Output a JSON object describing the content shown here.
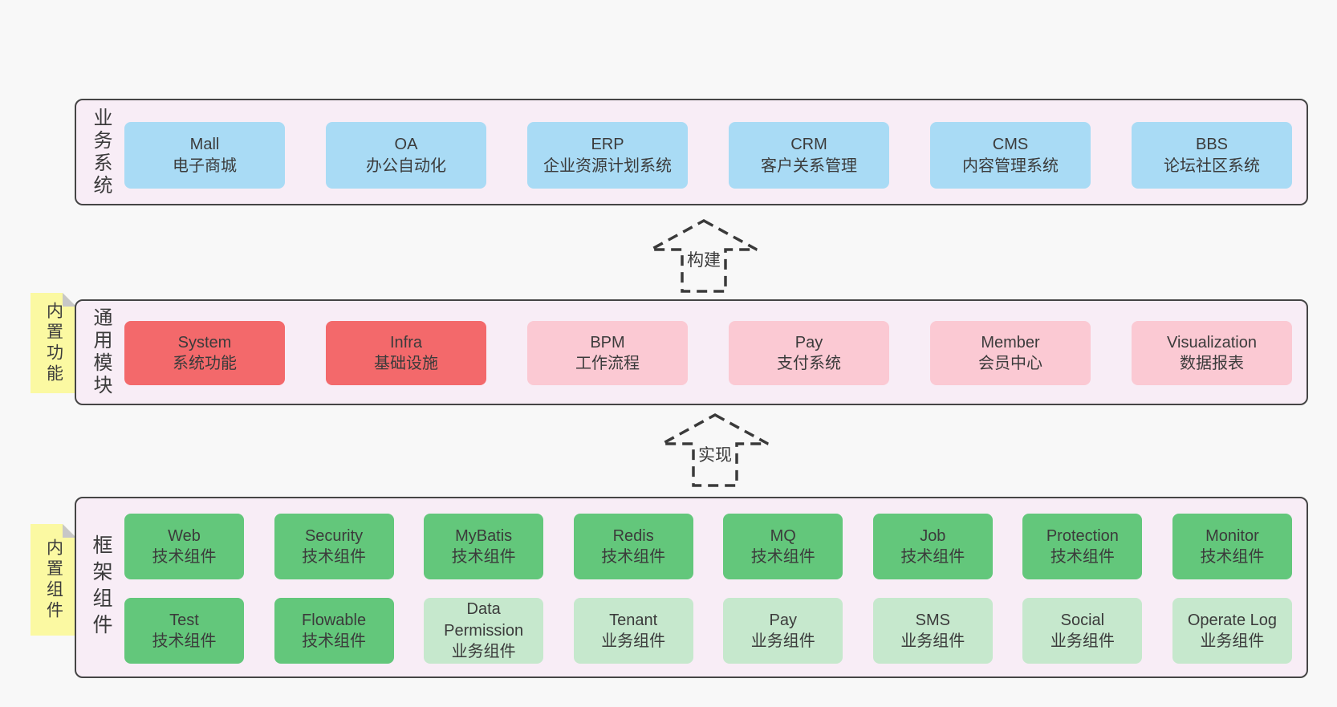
{
  "page": {
    "background": "#f8f8f8",
    "panel_background": "#f8edf6",
    "panel_border": "#454545",
    "text_color": "#3b3b3b"
  },
  "arrows": {
    "build_label": "构建",
    "implement_label": "实现"
  },
  "business_panel": {
    "side_label": "业务系统",
    "item_color": "#a9dbf5",
    "items": [
      {
        "title": "Mall",
        "subtitle": "电子商城"
      },
      {
        "title": "OA",
        "subtitle": "办公自动化"
      },
      {
        "title": "ERP",
        "subtitle": "企业资源计划系统"
      },
      {
        "title": "CRM",
        "subtitle": "客户关系管理"
      },
      {
        "title": "CMS",
        "subtitle": "内容管理系统"
      },
      {
        "title": "BBS",
        "subtitle": "论坛社区系统"
      }
    ]
  },
  "module_panel": {
    "side_label": "通用模块",
    "sticky_label": "内置功能",
    "sticky_color": "#fbf9a2",
    "colors": {
      "red": "#f3696b",
      "pink": "#fbc9d3"
    },
    "items": [
      {
        "title": "System",
        "subtitle": "系统功能",
        "variant": "red"
      },
      {
        "title": "Infra",
        "subtitle": "基础设施",
        "variant": "red"
      },
      {
        "title": "BPM",
        "subtitle": "工作流程",
        "variant": "pink"
      },
      {
        "title": "Pay",
        "subtitle": "支付系统",
        "variant": "pink"
      },
      {
        "title": "Member",
        "subtitle": "会员中心",
        "variant": "pink"
      },
      {
        "title": "Visualization",
        "subtitle": "数据报表",
        "variant": "pink"
      }
    ]
  },
  "component_panel": {
    "side_label": "框架组件",
    "sticky_label": "内置组件",
    "sticky_color": "#fbf9a2",
    "colors": {
      "green": "#63c77b",
      "green_light": "#c6e8cd"
    },
    "row1": [
      {
        "title": "Web",
        "subtitle": "技术组件",
        "variant": "green"
      },
      {
        "title": "Security",
        "subtitle": "技术组件",
        "variant": "green"
      },
      {
        "title": "MyBatis",
        "subtitle": "技术组件",
        "variant": "green"
      },
      {
        "title": "Redis",
        "subtitle": "技术组件",
        "variant": "green"
      },
      {
        "title": "MQ",
        "subtitle": "技术组件",
        "variant": "green"
      },
      {
        "title": "Job",
        "subtitle": "技术组件",
        "variant": "green"
      },
      {
        "title": "Protection",
        "subtitle": "技术组件",
        "variant": "green"
      },
      {
        "title": "Monitor",
        "subtitle": "技术组件",
        "variant": "green"
      }
    ],
    "row2": [
      {
        "title": "Test",
        "subtitle": "技术组件",
        "variant": "green"
      },
      {
        "title": "Flowable",
        "subtitle": "技术组件",
        "variant": "green"
      },
      {
        "title": "Data Permission",
        "subtitle": "业务组件",
        "variant": "green_light"
      },
      {
        "title": "Tenant",
        "subtitle": "业务组件",
        "variant": "green_light"
      },
      {
        "title": "Pay",
        "subtitle": "业务组件",
        "variant": "green_light"
      },
      {
        "title": "SMS",
        "subtitle": "业务组件",
        "variant": "green_light"
      },
      {
        "title": "Social",
        "subtitle": "业务组件",
        "variant": "green_light"
      },
      {
        "title": "Operate Log",
        "subtitle": "业务组件",
        "variant": "green_light"
      }
    ]
  }
}
